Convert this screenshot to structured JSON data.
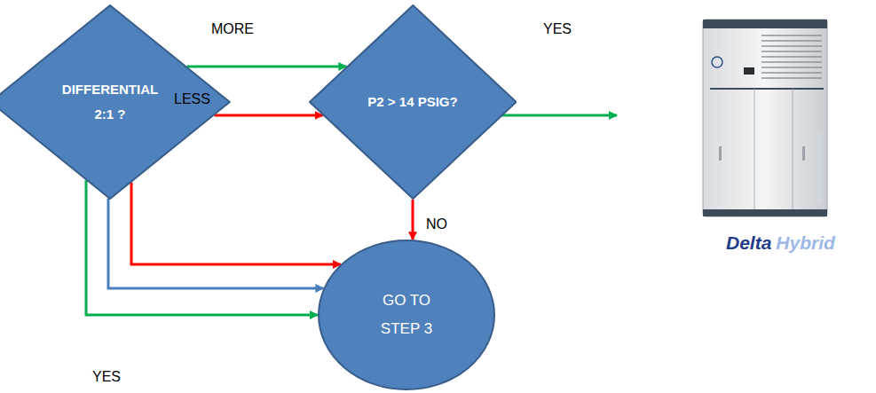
{
  "diagram": {
    "nodes": [
      {
        "text": [
          "DIFFERENTIAL 2:1 ?"
        ]
      },
      {
        "text": [
          "P2 > 14 PSIG?"
        ]
      },
      {
        "text": [
          "GO TO STEP 3"
        ]
      }
    ],
    "edges": [
      {
        "from": 0,
        "to": 1,
        "arrow": "to"
      },
      {
        "from": 0,
        "to": 1,
        "arrow": "to"
      },
      {
        "from": 0,
        "to": 2,
        "arrow": "to"
      },
      {
        "from": 0,
        "to": 2,
        "arrow": "to"
      },
      {
        "from": 0,
        "to": 2,
        "arrow": "to"
      },
      {
        "from": 1,
        "to": 2,
        "arrow": "to"
      }
    ],
    "labels": [
      "MORE",
      "YES",
      "LESS",
      "NO",
      "YES",
      "Delta",
      "Hybrid"
    ]
  }
}
